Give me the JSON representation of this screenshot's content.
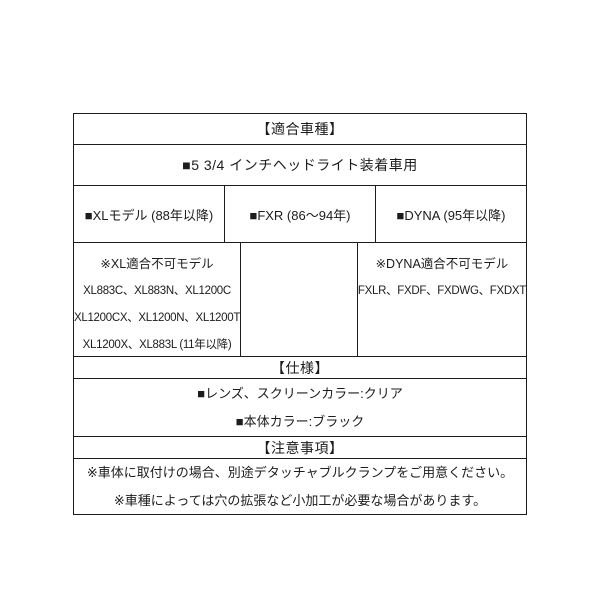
{
  "page": {
    "background": "#ffffff",
    "border_color": "#1c1c1c"
  },
  "sections": {
    "compatible_vehicles": {
      "title": "【適合車種】",
      "subtitle": "■5 3/4 インチヘッドライト装着車用",
      "columns": [
        {
          "header": "■XLモデル (88年以降)",
          "lines": [
            "※XL適合不可モデル",
            "XL883C、XL883N、XL1200C",
            "XL1200CX、XL1200N、XL1200T",
            "XL1200X、XL883L (11年以降)"
          ]
        },
        {
          "header": "■FXR (86〜94年)",
          "lines": []
        },
        {
          "header": "■DYNA (95年以降)",
          "lines": [
            "※DYNA適合不可モデル",
            "FXLR、FXDF、FXDWG、FXDXT"
          ]
        }
      ]
    },
    "specifications": {
      "title": "【仕様】",
      "lines": [
        "■レンズ、スクリーンカラー:クリア",
        "■本体カラー:ブラック"
      ]
    },
    "notes": {
      "title": "【注意事項】",
      "lines": [
        "※車体に取付けの場合、別途デタッチャブルクランプをご用意ください。",
        "※車種によっては穴の拡張など小加工が必要な場合があります。"
      ]
    }
  }
}
